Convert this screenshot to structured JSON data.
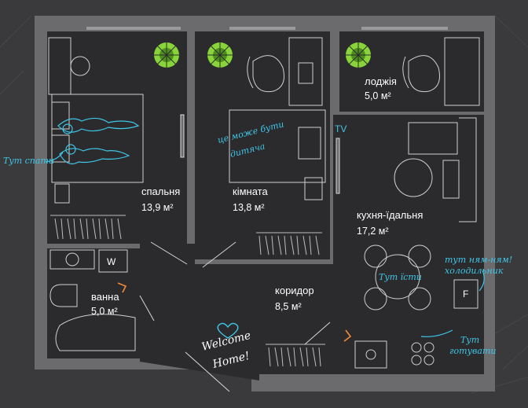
{
  "rooms": {
    "bedroom": {
      "name": "спальня",
      "area": "13,9 м²"
    },
    "room": {
      "name": "кімната",
      "area": "13,8 м²"
    },
    "loggia": {
      "name": "лоджія",
      "area": "5,0 м²"
    },
    "kitchen": {
      "name": "кухня-їдальня",
      "area": "17,2 м²"
    },
    "bathroom": {
      "name": "ванна",
      "area": "5,0 м²"
    },
    "corridor": {
      "name": "коридор",
      "area": "8,5 м²"
    }
  },
  "notes": {
    "sleep": "Тут спати",
    "child_line1": "це може бути",
    "child_line2": "дитяча",
    "eat": "Тут їсти",
    "fridge_line1": "тут ням-ням!",
    "fridge_line2": "холодильник",
    "cook_line1": "Тут",
    "cook_line2": "готувати"
  },
  "labels": {
    "tv": "TV",
    "washer": "W",
    "fridge": "F",
    "welcome_line1": "Welcome",
    "welcome_line2": "Home!"
  },
  "colors": {
    "background": "#3a3a3c",
    "wall": "#6b6b6e",
    "floor": "#2b2b2d",
    "note": "#3fc6e8",
    "plant": "#8ad43b",
    "door_mark": "#f08a3a"
  }
}
